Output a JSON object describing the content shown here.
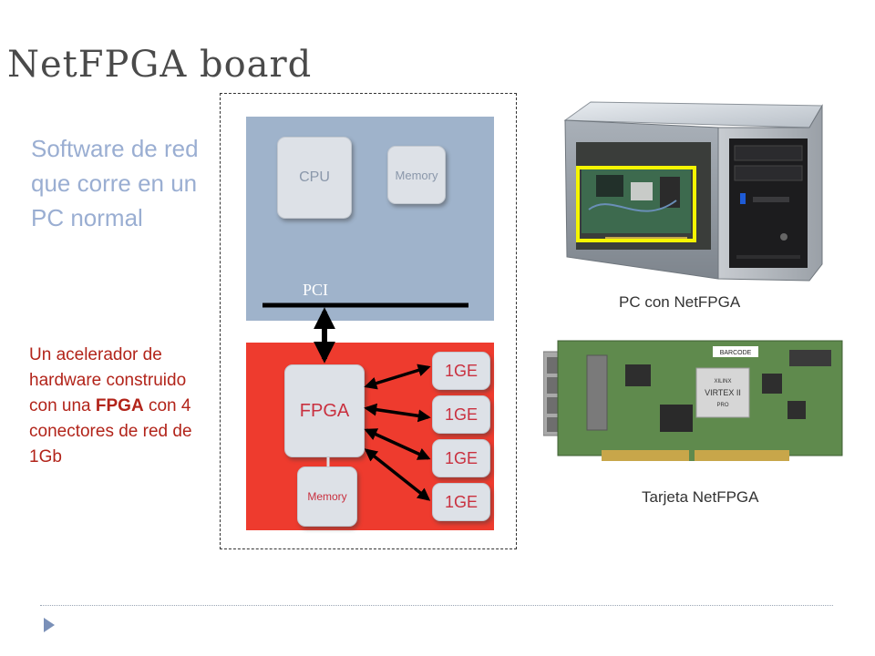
{
  "slide": {
    "title": "NetFPGA board",
    "software_text": "Software de red que corre en un PC normal",
    "hardware_text": {
      "part1": "Un acelerador de hardware construido con una ",
      "bold": "FPGA",
      "part2": " con 4 conectores de red de 1Gb"
    }
  },
  "diagram": {
    "cpu": "CPU",
    "memory_top": "Memory",
    "pci": "PCI",
    "fpga": "FPGA",
    "memory_bottom": "Memory",
    "ports": [
      "1GE",
      "1GE",
      "1GE",
      "1GE"
    ]
  },
  "photos": {
    "pc_caption": "PC con NetFPGA",
    "card_caption": "Tarjeta NetFPGA",
    "card_labels": {
      "barcode": "BARCODE",
      "xilinx": "XILINX",
      "virtex": "VIRTEX II",
      "pro": "PRO"
    }
  },
  "colors": {
    "pc_area": "#9fb3cb",
    "fpga_area": "#ee3b2e",
    "software_text": "#9aaed2",
    "hardware_text": "#b2241a",
    "highlight": "#f5f500"
  }
}
